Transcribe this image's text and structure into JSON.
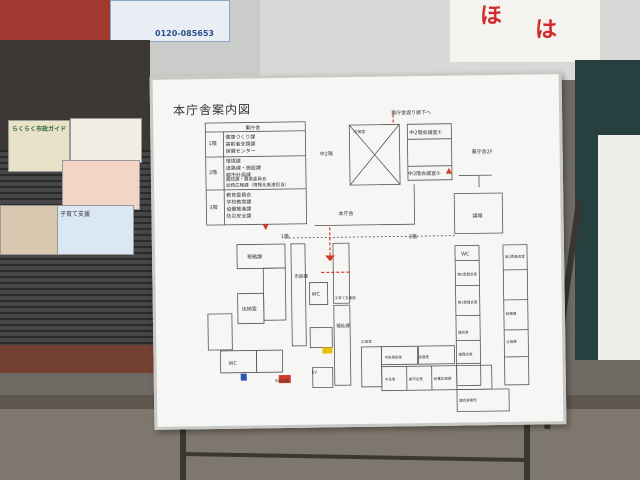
{
  "board": {
    "title": "本庁舎案内図",
    "dept_header": "東庁舎",
    "floors": [
      {
        "floor": "1階",
        "depts": [
          "健康づくり課",
          "高齢者支援課",
          "保健センター"
        ]
      },
      {
        "floor": "2階",
        "depts": [
          "環境課",
          "道路課・施設課",
          "都市計画課"
        ]
      },
      {
        "floor": "",
        "depts": [
          "農政課・農業委員会",
          "総務広報課（情報化推進担当）"
        ]
      },
      {
        "floor": "3階",
        "depts": [
          "教育委員会",
          "学校教育課",
          "協働推進課",
          "防災安全課"
        ]
      }
    ],
    "labels": {
      "corridor_top": "東庁舎渡り廊下へ",
      "conf2_1": "中2階会議室①",
      "conf2_2": "中2階会議室②",
      "reception": "応接室",
      "chuu2": "中2階",
      "honchosha": "本庁舎",
      "higashi_2f": "東庁舎2F",
      "gijo": "議場",
      "f2": "2階",
      "f1": "1階",
      "zeimu": "税務課",
      "shimin": "市民課",
      "fukushi": "福祉課",
      "suitou": "出納室",
      "wc": "WC",
      "wc2": "WC",
      "wc3": "WC",
      "oyako": "子育て支援課",
      "shiminshitsu": "市民相談室",
      "kaigi3": "第3委員会室",
      "kaigi2": "第2委員会室",
      "kaigi1": "第1委員会室",
      "shicho": "市長室",
      "fuku": "副市長室",
      "hisho": "秘書広報課",
      "somu": "総務課",
      "kikaku": "企画課",
      "gichou": "議長室",
      "jimu": "議会事務局",
      "ouse": "応接室",
      "iinkai": "議員控室",
      "jimukyoku": "会議室",
      "hiroba": "市民広場",
      "ev": "EV",
      "tel": "0120-085653",
      "sign_char1": "ほ",
      "sign_char2": "は",
      "brochure_title": "らくらく市政ガイド",
      "brochure2_title": "子育て支援"
    }
  },
  "colors": {
    "board_bg": "#f6f6f4",
    "line": "#555555",
    "accent_red": "#d23a2a",
    "sign_red": "#d22a2a"
  }
}
